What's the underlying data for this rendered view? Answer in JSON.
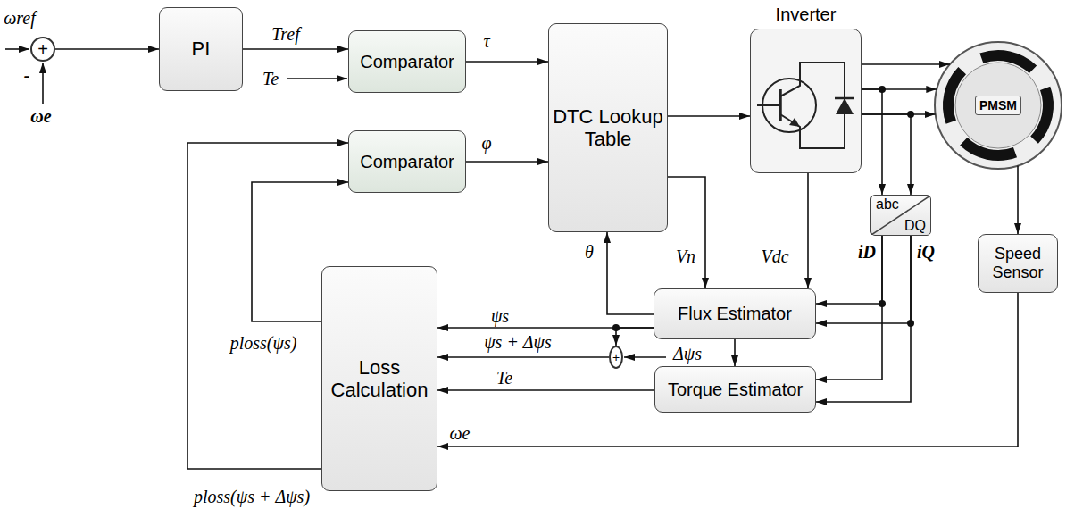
{
  "diagram": {
    "nodes": [
      {
        "text": [
          "+"
        ]
      },
      {
        "text": [
          "PI"
        ]
      },
      {
        "text": [
          "Comparator"
        ]
      },
      {
        "text": [
          "DTC Lookup Table"
        ]
      },
      {
        "text": [
          "Inverter"
        ]
      },
      {
        "text": [
          "PMSM"
        ]
      },
      {
        "text": [
          "Comparator"
        ]
      },
      {
        "text": [
          "abc",
          "DQ"
        ]
      },
      {
        "text": [
          "Speed Sensor"
        ]
      },
      {
        "text": [
          "Flux Estimator"
        ]
      },
      {
        "text": [
          "Loss Calculation"
        ]
      },
      {
        "text": [
          "+"
        ]
      },
      {
        "text": [
          "Torque Estimator"
        ]
      }
    ],
    "edges": [
      {
        "from": 0,
        "to": 1,
        "arrow": "to"
      },
      {
        "from": 1,
        "to": 2,
        "arrow": "to",
        "label": "Tref"
      },
      {
        "from": 2,
        "to": 3,
        "arrow": "to",
        "label": "τ"
      },
      {
        "from": 6,
        "to": 3,
        "arrow": "to",
        "label": "φ"
      },
      {
        "from": 3,
        "to": 4,
        "arrow": "to"
      },
      {
        "from": 4,
        "to": 5,
        "arrow": "to"
      },
      {
        "from": 4,
        "to": 5,
        "arrow": "to"
      },
      {
        "from": 4,
        "to": 5,
        "arrow": "to"
      },
      {
        "from": 3,
        "to": 9,
        "arrow": "to",
        "label": "Vn"
      },
      {
        "from": 4,
        "to": 9,
        "arrow": "to",
        "label": "Vdc"
      },
      {
        "from": 9,
        "to": 3,
        "arrow": "to",
        "label": "θ"
      },
      {
        "from": 7,
        "to": 9,
        "arrow": "to"
      },
      {
        "from": 7,
        "to": 9,
        "arrow": "to"
      },
      {
        "from": 7,
        "to": 12,
        "arrow": "to"
      },
      {
        "from": 7,
        "to": 12,
        "arrow": "to"
      },
      {
        "from": 9,
        "to": 12,
        "arrow": "to"
      },
      {
        "from": 9,
        "to": 10,
        "arrow": "to",
        "label": "ψs"
      },
      {
        "from": 9,
        "to": 11,
        "arrow": "to"
      },
      {
        "from": 11,
        "to": 10,
        "arrow": "to",
        "label": "ψs + Δψs"
      },
      {
        "from": 12,
        "to": 10,
        "arrow": "to",
        "label": "Te"
      },
      {
        "from": 5,
        "to": 8,
        "arrow": "to"
      },
      {
        "from": 8,
        "to": 10,
        "arrow": "to",
        "label": "ωe"
      },
      {
        "from": 10,
        "to": 6,
        "arrow": "to",
        "label": "ploss(ψs)"
      },
      {
        "from": 10,
        "to": 6,
        "arrow": "to",
        "label": "ploss(ψs + Δψs)"
      },
      {
        "from": 4,
        "to": 7,
        "arrow": "to"
      },
      {
        "from": 4,
        "to": 7,
        "arrow": "to"
      }
    ],
    "labels": [
      "ωref",
      "-",
      "ωe",
      "Te",
      "Δψs",
      "iD",
      "iQ"
    ]
  }
}
